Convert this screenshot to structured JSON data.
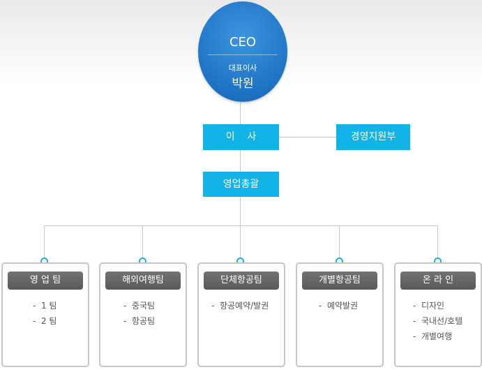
{
  "ceo": {
    "title": "CEO",
    "role": "대표이사",
    "name": "박원"
  },
  "director": {
    "label": "이    사"
  },
  "support": {
    "label": "경영지원부"
  },
  "sales_general": {
    "label": "영업총괄"
  },
  "departments": [
    {
      "name": "영 업 팀",
      "items": [
        "-  1 팀",
        "-  2 팀"
      ]
    },
    {
      "name": "해외여행팀",
      "items": [
        "-  중국팀",
        "-  항공팀"
      ]
    },
    {
      "name": "단체항공팀",
      "items": [
        "-  항공예약/발권"
      ]
    },
    {
      "name": "개별항공팀",
      "items": [
        "-  예약발권"
      ]
    },
    {
      "name": "온 라 인",
      "items": [
        "-  디자인",
        "-  국내선/호텔",
        "-  개별여행"
      ]
    }
  ],
  "colors": {
    "ceo_blue": "#1e73c4",
    "accent_cyan": "#12b3e6",
    "header_gray": "#666666"
  }
}
